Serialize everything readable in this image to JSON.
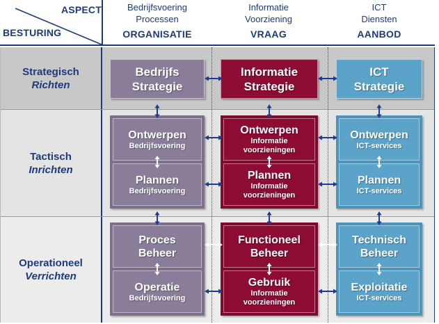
{
  "header": {
    "aspect_label": "ASPECT",
    "besturing_label": "BESTURING",
    "columns": [
      {
        "line1": "Bedrijfsvoering",
        "line2": "Processen",
        "caps": "ORGANISATIE"
      },
      {
        "line1": "Informatie",
        "line2": "Voorziening",
        "caps": "VRAAG"
      },
      {
        "line1": "ICT",
        "line2": "Diensten",
        "caps": "AANBOD"
      }
    ]
  },
  "rows": [
    {
      "level": "Strategisch",
      "verb": "Richten"
    },
    {
      "level": "Tactisch",
      "verb": "Inrichten"
    },
    {
      "level": "Operationeel",
      "verb": "Verrichten"
    }
  ],
  "cells": {
    "strategisch": [
      {
        "title": "Bedrijfs\nStrategie",
        "t1a": "Bedrijfs",
        "t1b": "Strategie"
      },
      {
        "title": "Informatie\nStrategie",
        "t1a": "Informatie",
        "t1b": "Strategie"
      },
      {
        "title": "ICT\nStrategie",
        "t1a": "ICT",
        "t1b": "Strategie"
      }
    ],
    "tactisch": [
      {
        "top": {
          "title": "Ontwerpen",
          "sub1": "Bedrijfsvoering",
          "sub2": ""
        },
        "bottom": {
          "title": "Plannen",
          "sub1": "Bedrijfsvoering",
          "sub2": ""
        }
      },
      {
        "top": {
          "title": "Ontwerpen",
          "sub1": "Informatie",
          "sub2": "voorzieningen"
        },
        "bottom": {
          "title": "Plannen",
          "sub1": "Informatie",
          "sub2": "voorzieningen"
        }
      },
      {
        "top": {
          "title": "Ontwerpen",
          "sub1": "ICT-services",
          "sub2": ""
        },
        "bottom": {
          "title": "Plannen",
          "sub1": "ICT-services",
          "sub2": ""
        }
      }
    ],
    "operationeel": [
      {
        "top": {
          "title_a": "Proces",
          "title_b": "Beheer",
          "sub1": "",
          "sub2": ""
        },
        "bottom": {
          "title_a": "Operatie",
          "title_b": "",
          "sub1": "Bedrijfsvoering",
          "sub2": ""
        }
      },
      {
        "top": {
          "title_a": "Functioneel",
          "title_b": "Beheer",
          "sub1": "",
          "sub2": ""
        },
        "bottom": {
          "title_a": "Gebruik",
          "title_b": "",
          "sub1": "Informatie",
          "sub2": "voorzieningen"
        }
      },
      {
        "top": {
          "title_a": "Technisch",
          "title_b": "Beheer",
          "sub1": "",
          "sub2": ""
        },
        "bottom": {
          "title_a": "Exploitatie",
          "title_b": "",
          "sub1": "ICT-services",
          "sub2": ""
        }
      }
    ]
  },
  "colors": {
    "text_blue": "#1f3a7a",
    "organisatie": "#897d99",
    "vraag": "#8d0c33",
    "aanbod": "#5ba3c9",
    "arrow_blue": "#1f3a8f",
    "arrow_white": "#ffffff",
    "row_strategisch_bg": "#c8c8c8",
    "row_tactisch_bg": "#e4e4e4",
    "row_operationeel_bg": "#ececec"
  }
}
